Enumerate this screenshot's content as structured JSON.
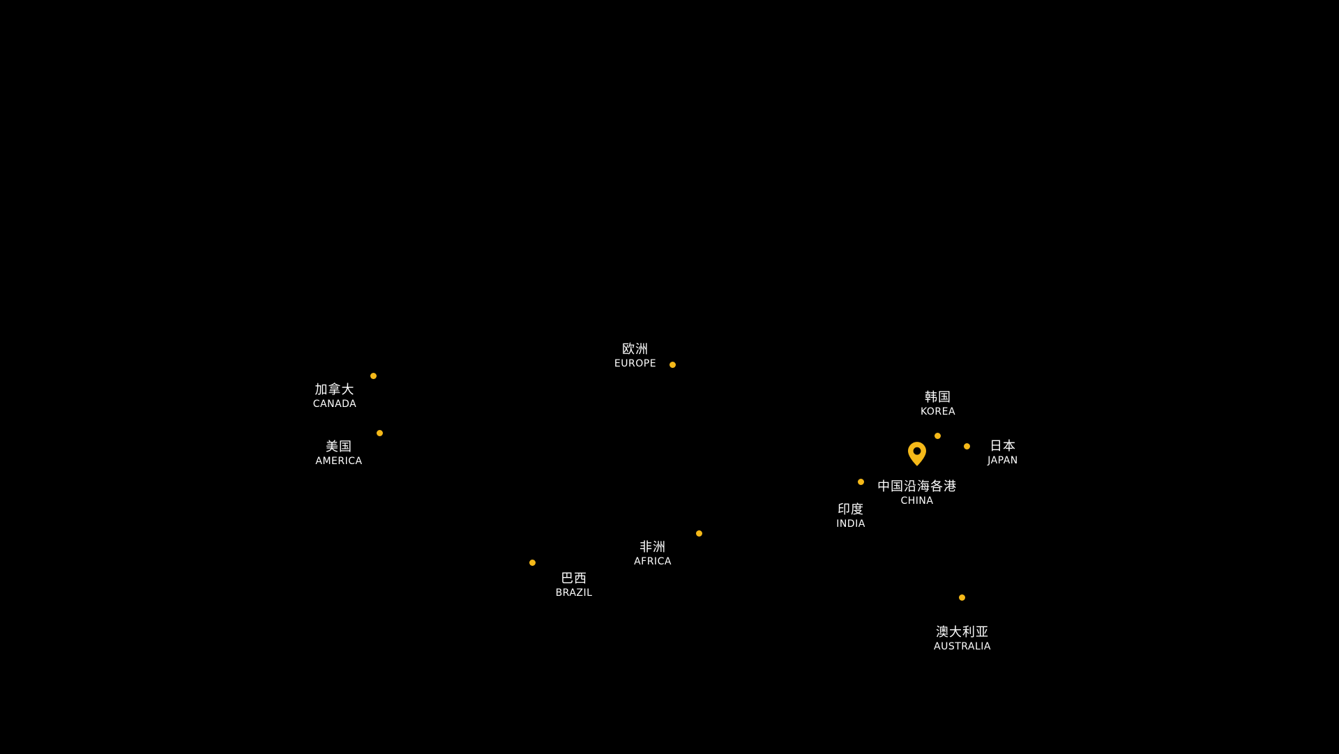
{
  "map": {
    "background_color": "#000000",
    "text_color": "#FFFFFF",
    "accent_color": "#F5B919",
    "locations": [
      {
        "id": "canada",
        "zh": "加拿大",
        "en": "CANADA",
        "marker": "dot"
      },
      {
        "id": "america",
        "zh": "美国",
        "en": "AMERICA",
        "marker": "dot"
      },
      {
        "id": "europe",
        "zh": "欧洲",
        "en": "EUROPE",
        "marker": "dot"
      },
      {
        "id": "korea",
        "zh": "韩国",
        "en": "KOREA",
        "marker": "dot"
      },
      {
        "id": "japan",
        "zh": "日本",
        "en": "JAPAN",
        "marker": "dot"
      },
      {
        "id": "china",
        "zh": "中国沿海各港",
        "en": "CHINA",
        "marker": "pin"
      },
      {
        "id": "india",
        "zh": "印度",
        "en": "INDIA",
        "marker": "dot"
      },
      {
        "id": "africa",
        "zh": "非洲",
        "en": "AFRICA",
        "marker": "dot"
      },
      {
        "id": "brazil",
        "zh": "巴西",
        "en": "BRAZIL",
        "marker": "dot"
      },
      {
        "id": "australia",
        "zh": "澳大利亚",
        "en": "AUSTRALIA",
        "marker": "dot"
      }
    ]
  }
}
